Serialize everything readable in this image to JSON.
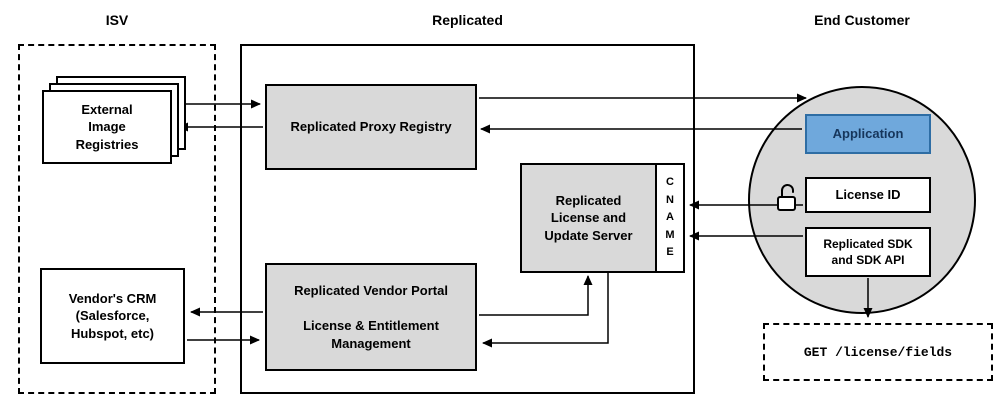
{
  "headers": {
    "isv": "ISV",
    "replicated": "Replicated",
    "end_customer": "End Customer"
  },
  "isv": {
    "registries_label": "External\nImage\nRegistries",
    "crm_label": "Vendor's CRM\n(Salesforce,\nHubspot, etc)"
  },
  "replicated": {
    "proxy_registry_label": "Replicated Proxy Registry",
    "license_server_label": "Replicated\nLicense and\nUpdate Server",
    "cname_label": "C\nN\nA\nM\nE",
    "vendor_portal_label": "Replicated Vendor Portal\n\nLicense & Entitlement\nManagement"
  },
  "end_customer": {
    "application_label": "Application",
    "license_id_label": "License ID",
    "sdk_label": "Replicated SDK\nand SDK API",
    "api_call_label": "GET /license/fields"
  },
  "icons": {
    "unlock_icon": "open-padlock"
  },
  "colors": {
    "box_gray": "#d9d9d9",
    "circle_gray": "#d9d9d9",
    "app_fill": "#6fa8dc",
    "app_border": "#2e6da4",
    "app_text": "#16365c",
    "line": "#000000"
  }
}
